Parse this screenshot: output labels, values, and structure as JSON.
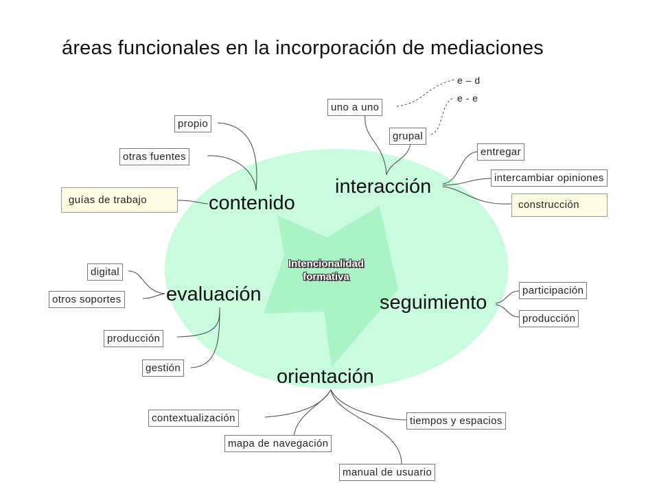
{
  "title": "áreas funcionales en la incorporación de mediaciones",
  "center_label": [
    "Intencionalidad",
    "formativa"
  ],
  "areas": {
    "contenido": "contenido",
    "interaccion": "interacción",
    "evaluacion": "evaluación",
    "seguimiento": "seguimiento",
    "orientacion": "orientación"
  },
  "contenido_items": [
    "propio",
    "otras fuentes",
    "guías de trabajo"
  ],
  "interaccion_top": [
    "uno a uno",
    "grupal"
  ],
  "interaccion_modes": [
    "e – d",
    "e - e"
  ],
  "interaccion_items": [
    "entregar",
    "intercambiar opiniones",
    "construcción"
  ],
  "evaluacion_items": [
    "digital",
    "otros soportes",
    "producción",
    "gestión"
  ],
  "seguimiento_items": [
    "participación",
    "producción"
  ],
  "orientacion_items": [
    "contextualización",
    "mapa de navegación",
    "manual de usuario",
    "tiempos y espacios"
  ],
  "colors": {
    "ellipse": "#c9fbdf",
    "star": "#a9f3c6",
    "line": "#444444",
    "highlight_box": "#fffbe3"
  }
}
